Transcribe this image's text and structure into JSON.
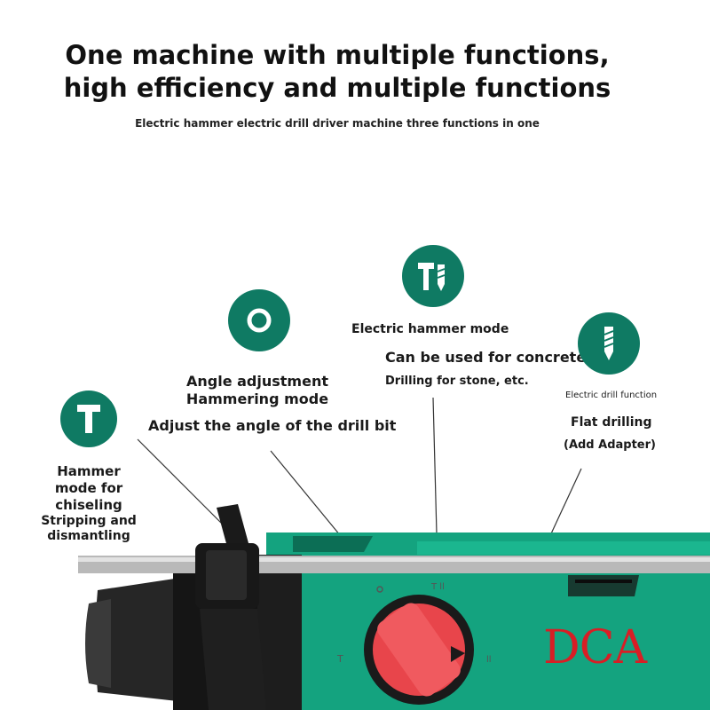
{
  "header": {
    "title_line1": "One machine with multiple functions,",
    "title_line2": "high efficiency and multiple functions",
    "subtitle": "Electric hammer electric drill driver machine three functions in one"
  },
  "functions": {
    "hammer_mode": {
      "icon": "chisel-icon",
      "line1": "Hammer",
      "line2": "mode for",
      "line3": "chiseling",
      "line4": "Stripping and",
      "line5": "dismantling"
    },
    "angle_adjustment": {
      "icon": "rotation-dot-icon",
      "line1": "Angle adjustment",
      "line2": "Hammering mode",
      "line3": "Adjust the angle of the drill bit"
    },
    "electric_hammer": {
      "icon": "hammer-drill-icon",
      "line1": "Electric hammer mode",
      "line2": "Can be used for concrete",
      "line3": "Drilling for stone, etc."
    },
    "electric_drill": {
      "icon": "drill-bit-icon",
      "line1": "Electric drill function",
      "line2": "Flat drilling",
      "line3": "(Add Adapter)"
    }
  },
  "product": {
    "brand": "DCA",
    "colors": {
      "body_green": "#14a37f",
      "badge_green": "#0f7a63",
      "knob_red": "#e8454b",
      "housing_black": "#1d1d1d",
      "brand_red": "#d81e25"
    }
  }
}
